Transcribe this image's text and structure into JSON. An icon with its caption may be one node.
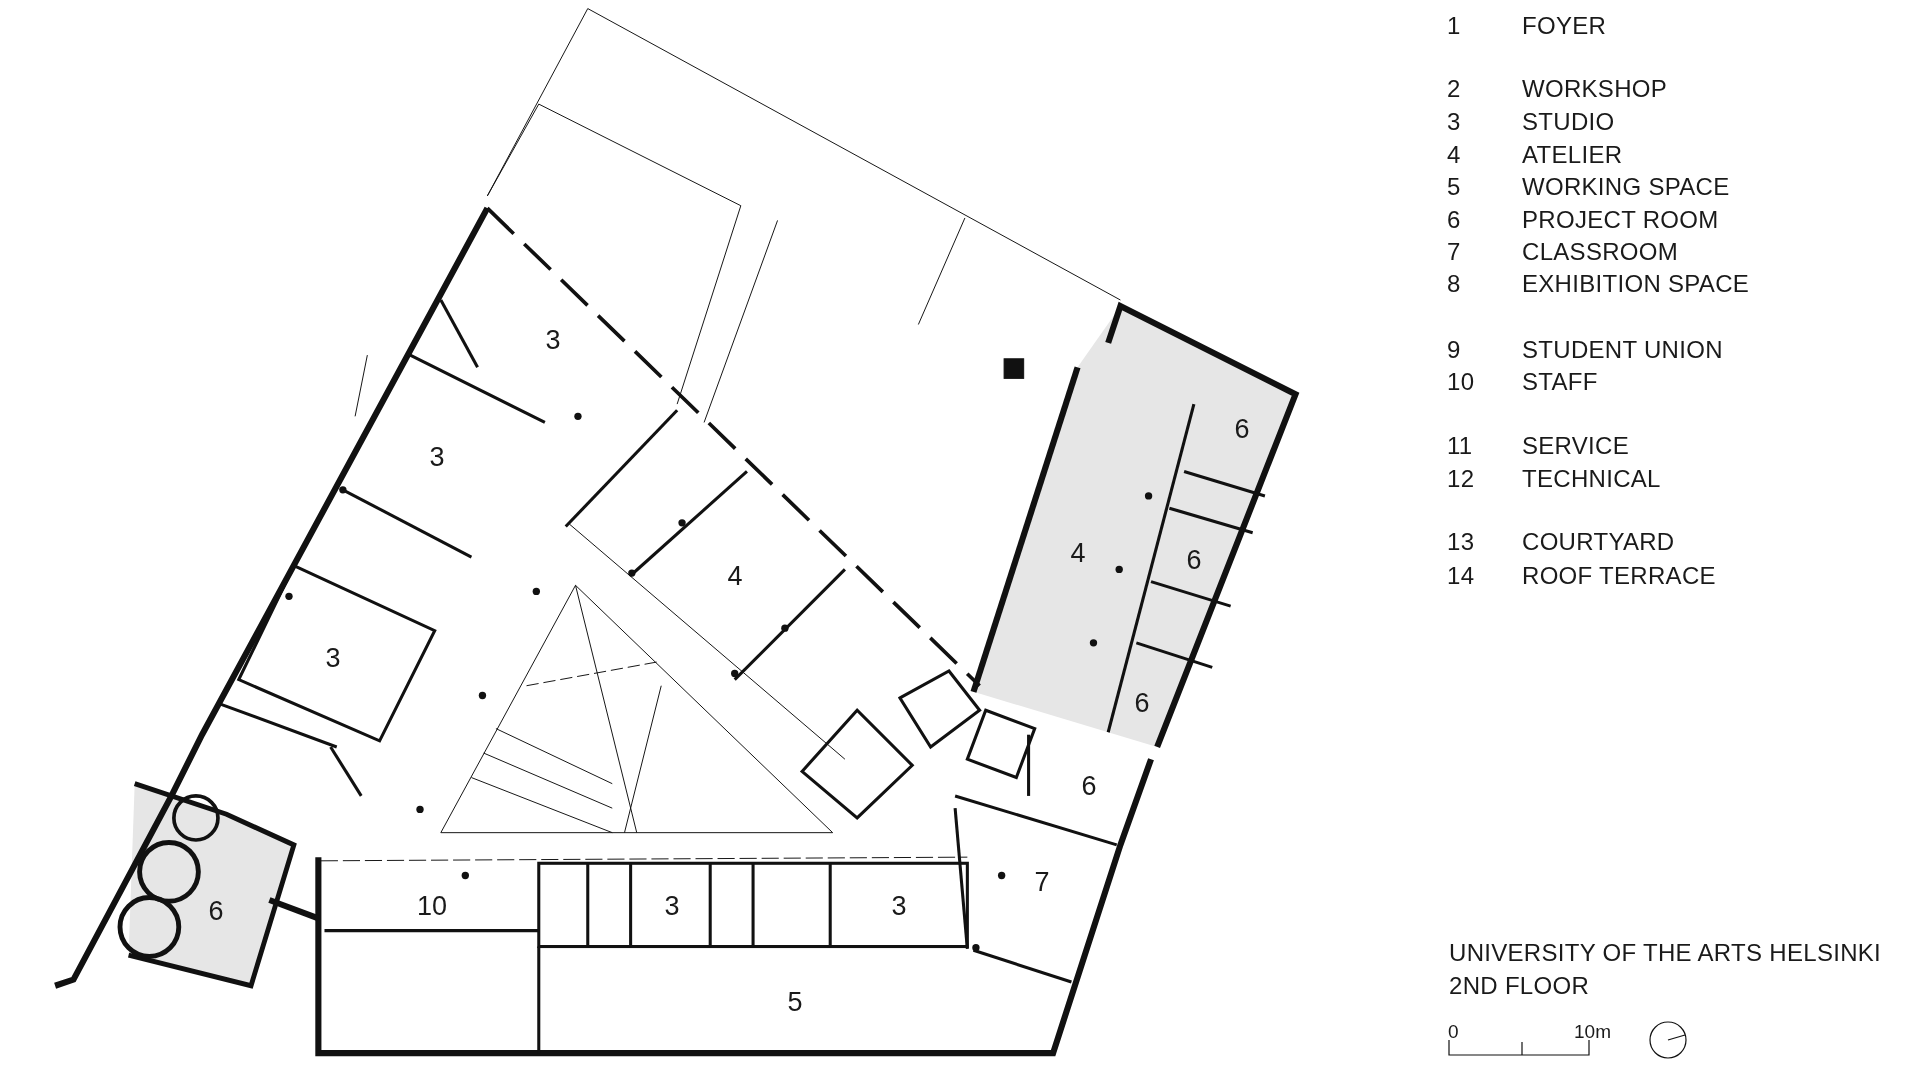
{
  "diagram": {
    "title": "UNIVERSITY OF THE ARTS HELSINKI 2ND FLOOR",
    "labels": [
      "1",
      "FOYER",
      "2",
      "WORKSHOP",
      "3",
      "STUDIO",
      "4",
      "ATELIER",
      "5",
      "WORKING SPACE",
      "6",
      "PROJECT ROOM",
      "7",
      "CLASSROOM",
      "8",
      "EXHIBITION SPACE",
      "9",
      "STUDENT UNION",
      "10",
      "STAFF",
      "11",
      "SERVICE",
      "12",
      "TECHNICAL",
      "13",
      "COURTYARD",
      "14",
      "ROOF TERRACE",
      "3",
      "6",
      "3",
      "4",
      "6",
      "4",
      "3",
      "6",
      "6",
      "7",
      "6",
      "10",
      "3",
      "3",
      "5",
      "0",
      "10m"
    ]
  }
}
